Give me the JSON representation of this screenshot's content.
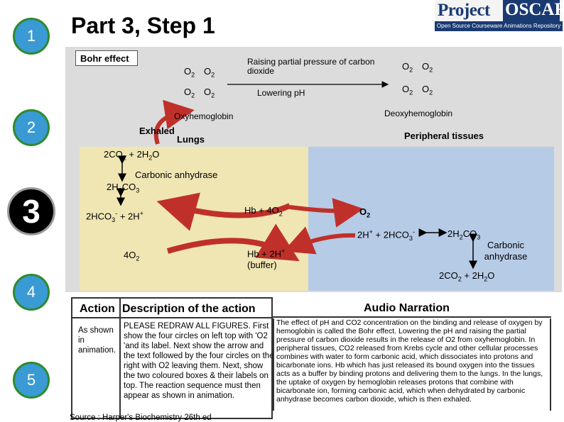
{
  "header": {
    "title": "Part 3, Step 1",
    "logo_primary": "Project",
    "logo_secondary": "OSCAR",
    "logo_tagline": "Open Source Courseware Animations Repository"
  },
  "steps": [
    "1",
    "2",
    "3",
    "4",
    "5"
  ],
  "diagram": {
    "bohr_label": "Bohr effect",
    "left_o2": [
      "O2",
      "O2",
      "O2",
      "O2"
    ],
    "right_o2": [
      "O2",
      "O2",
      "O2",
      "O2"
    ],
    "raising_label": "Raising partial pressure of carbon dioxide",
    "lowering_label": "Lowering pH",
    "oxyhemoglobin": "Oxyhemoglobin",
    "deoxyhemoglobin": "Deoxyhemoglobin",
    "exhaled": "Exhaled",
    "lungs": "Lungs",
    "peripheral": "Peripheral tissues",
    "co2_h2o_left": "2CO2 + 2H2O",
    "carbonic_anhydrase_left": "Carbonic anhydrase",
    "h2co3_left": "2H2CO3",
    "hco3_h_left": "2HCO3- + 2H+",
    "hb_4o2": "Hb + 4O2",
    "four_o2": "4O2",
    "hb_2h": "Hb + 2H+ (buffer)",
    "o2_right": "O2",
    "h_hco3_right": "2H+ + 2HCO3-",
    "h2co3_right": "2H2CO3",
    "carbonic_anhydrase_right": "Carbonic anhydrase",
    "co2_h2o_right": "2CO2 + 2H2O"
  },
  "table": {
    "action_header": "Action",
    "description_header": "Description of the action",
    "action_text": "As shown in animation.",
    "description_text": "PLEASE REDRAW ALL FIGURES. First show the four circles on left top with 'O2 'and its label. Next show the arrow and the text followed by the four circles on the right with O2 leaving them. Next, show the two coloured boxes & their labels on top. The reaction sequence must then appear as shown in animation."
  },
  "narration": {
    "header": "Audio Narration",
    "text": "The effect of pH and CO2 concentration on the binding and release of oxygen by hemoglobin is called the Bohr effect. Lowering the pH and raising the partial pressure of carbon dioxide results in the release of O2 from oxyhemoglobin. In peripheral tissues, CO2 released from Krebs cycle and other cellular processes combines with water to form carbonic acid, which dissociates into protons and bicarbonate ions. Hb which has just released its bound oxygen into the tissues acts as a buffer by binding protons and delivering them to the lungs. In the lungs, the uptake of oxygen by hemoglobin releases protons that combine with bicarbonate ion, forming carbonic acid, which when dehydrated by carbonic anhydrase becomes carbon dioxide, which is then exhaled."
  },
  "source": "Source : Harper's Biochemistry 26th ed",
  "colors": {
    "step_fill": "#3a9ad3",
    "step_border": "#2e8a2e",
    "arrow_red": "#c0302a",
    "lung_box": "#f0e6b4",
    "tissue_box": "#b6cbe6",
    "logo_navy": "#1a3a72"
  }
}
